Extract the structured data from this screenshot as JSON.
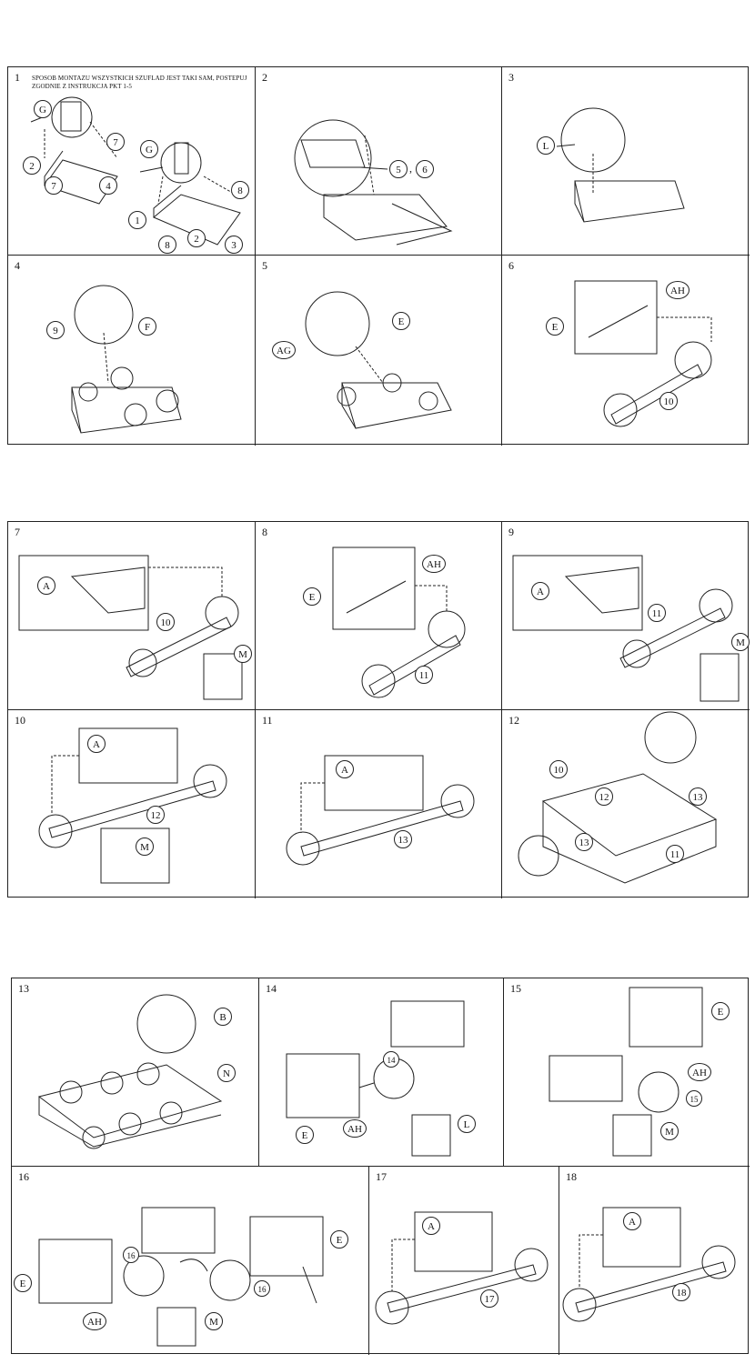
{
  "steps": [
    {
      "num": "1",
      "note": "SPOSOB MONTAZU WSZYSTKICH SZUFLAD JEST TAKI SAM, POSTEPUJ ZGODNIE Z INSTRUKCJA PKT 1-5",
      "labels": [
        "G",
        "2",
        "7",
        "7",
        "4",
        "G",
        "1",
        "8",
        "8",
        "2",
        "3"
      ]
    },
    {
      "num": "2",
      "labels": [
        "5",
        "6"
      ],
      "separator": ","
    },
    {
      "num": "3",
      "labels": [
        "L"
      ]
    },
    {
      "num": "4",
      "labels": [
        "9",
        "F"
      ]
    },
    {
      "num": "5",
      "labels": [
        "AG",
        "E"
      ]
    },
    {
      "num": "6",
      "labels": [
        "E",
        "AH",
        "10"
      ]
    },
    {
      "num": "7",
      "labels": [
        "A",
        "10",
        "M"
      ]
    },
    {
      "num": "8",
      "labels": [
        "E",
        "AH",
        "11"
      ]
    },
    {
      "num": "9",
      "labels": [
        "A",
        "11",
        "M"
      ]
    },
    {
      "num": "10",
      "labels": [
        "A",
        "12",
        "M"
      ]
    },
    {
      "num": "11",
      "labels": [
        "A",
        "13"
      ]
    },
    {
      "num": "12",
      "labels": [
        "10",
        "12",
        "13",
        "13",
        "11"
      ]
    },
    {
      "num": "13",
      "labels": [
        "B",
        "N"
      ]
    },
    {
      "num": "14",
      "labels": [
        "14",
        "E",
        "AH",
        "L"
      ]
    },
    {
      "num": "15",
      "labels": [
        "E",
        "AH",
        "15",
        "M"
      ]
    },
    {
      "num": "16",
      "labels": [
        "16",
        "E",
        "AH",
        "16",
        "E",
        "M"
      ]
    },
    {
      "num": "17",
      "labels": [
        "A",
        "17"
      ]
    },
    {
      "num": "18",
      "labels": [
        "A",
        "18"
      ]
    }
  ]
}
